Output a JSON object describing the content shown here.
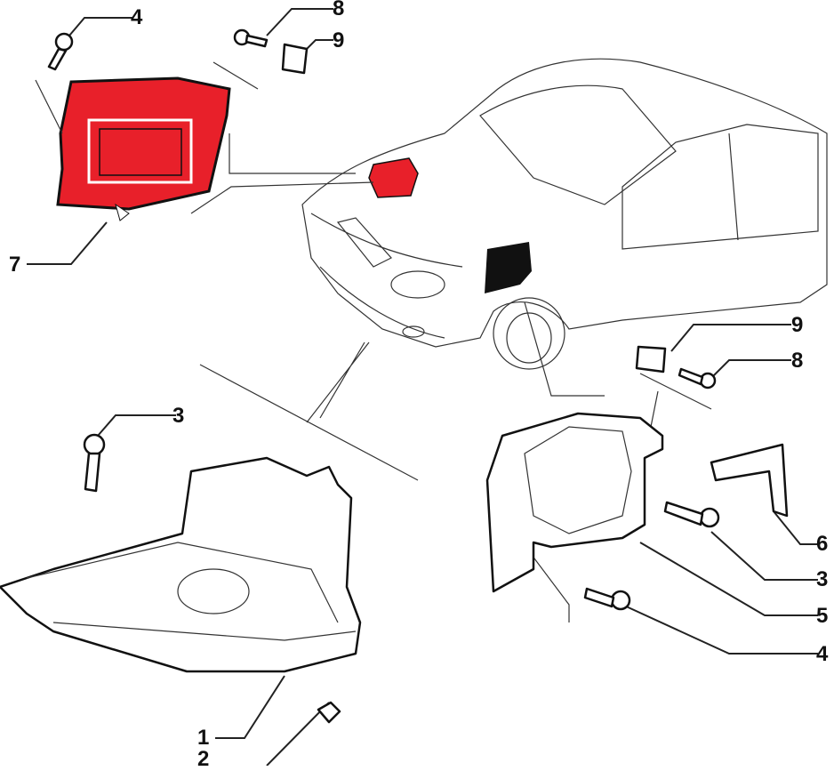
{
  "diagram": {
    "colors": {
      "highlight": "#e8202a",
      "dark_part": "#111111",
      "line": "#222222"
    },
    "callouts": [
      {
        "id": "top-left-screw",
        "number": "4"
      },
      {
        "id": "top-bolt",
        "number": "8"
      },
      {
        "id": "top-clip",
        "number": "9"
      },
      {
        "id": "red-cover",
        "number": "7"
      },
      {
        "id": "right-clip",
        "number": "9"
      },
      {
        "id": "right-bolt",
        "number": "8"
      },
      {
        "id": "left-screw",
        "number": "3"
      },
      {
        "id": "bracket",
        "number": "6"
      },
      {
        "id": "right-screw",
        "number": "3"
      },
      {
        "id": "wheel-arch-liner",
        "number": "5"
      },
      {
        "id": "bottom-right-screw",
        "number": "4"
      },
      {
        "id": "undertray",
        "number": "1"
      },
      {
        "id": "nut",
        "number": "2"
      }
    ]
  }
}
